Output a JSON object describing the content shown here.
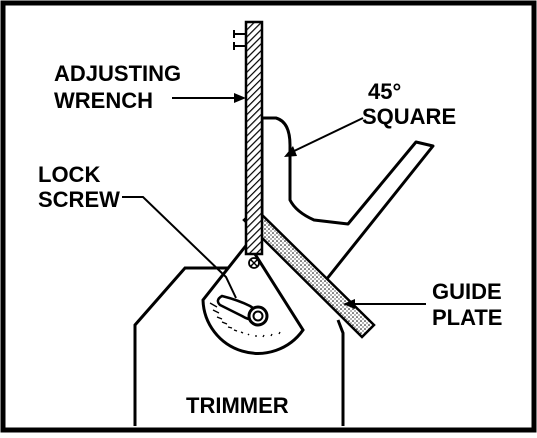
{
  "labels": {
    "adjusting_wrench": [
      "ADJUSTING",
      "WRENCH"
    ],
    "square": [
      "45°",
      "SQUARE"
    ],
    "lock_screw": [
      "LOCK",
      "SCREW"
    ],
    "guide_plate": [
      "GUIDE",
      "PLATE"
    ],
    "trimmer": "TRIMMER"
  },
  "colors": {
    "ink": "#000000",
    "paper": "#ffffff",
    "gray_fill": "#7a7a7a"
  }
}
